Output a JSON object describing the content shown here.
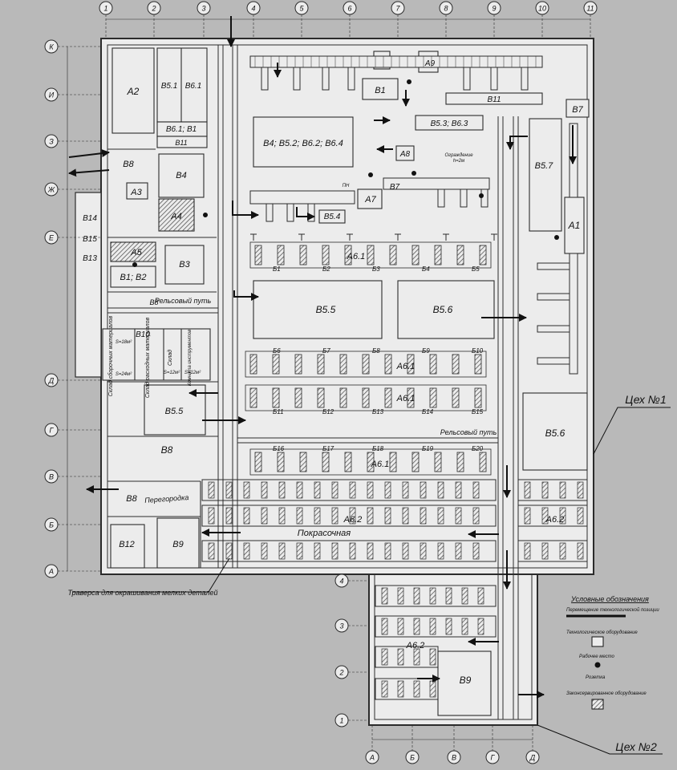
{
  "colors": {
    "background": "#b9b9b9",
    "paper": "#ececec",
    "line": "#2b2b2b",
    "hatch": "#555555"
  },
  "axes": {
    "top": [
      "1",
      "2",
      "3",
      "4",
      "5",
      "6",
      "7",
      "8",
      "9",
      "10",
      "11"
    ],
    "left": [
      "К",
      "И",
      "З",
      "Ж",
      "Е",
      "Д",
      "Г",
      "В",
      "Б",
      "А"
    ],
    "ws2_left": [
      "4",
      "3",
      "2",
      "1"
    ],
    "bottom": [
      "А",
      "Б",
      "В",
      "Г",
      "Д"
    ]
  },
  "labels": {
    "A1": "A1",
    "A2": "A2",
    "A3": "A3",
    "A4": "A4",
    "A5": "A5",
    "A7": "A7",
    "A8": "A8",
    "A9": "A9",
    "A6_1a": "А6.1",
    "A6_1b": "А6.1",
    "A6_1c": "А6.1",
    "A6_1d": "А6.1",
    "A6_2a": "А6.2",
    "A6_2b": "А6.2",
    "A6_2c": "А6.2",
    "B1": "B1",
    "B1B2": "B1; B2",
    "B3": "B3",
    "B4": "B4",
    "B4group": "B4; B5.2; B6.2; B6.4",
    "B5_1": "B5.1",
    "B6_1": "B6.1",
    "B6_1B1": "B6.1; B1",
    "B11a": "B11",
    "B11b": "B11",
    "B5_3": "B5.3; B6.3",
    "B5_4": "B5.4",
    "B5_5a": "B5.5",
    "B5_5b": "B5.5",
    "B5_6a": "B5.6",
    "B5_6b": "B5.6",
    "B5_7": "B5.7",
    "B7": "B7",
    "B7b": "B7",
    "B8a": "B8",
    "B8b": "B8",
    "B8c": "B8",
    "B8d": "B8",
    "B9a": "B9",
    "B9b": "B9",
    "B10": "B10",
    "B12": "B12",
    "B13": "B13",
    "B14": "B14",
    "B15": "B15",
    "rail1": "Рельсовый путь",
    "rail2": "Рельсовый путь",
    "partition": "Перегородка",
    "paint": "Покрасочная",
    "traverse": "Траверса для окрашивания мелких деталей",
    "ws1": "Цех №1",
    "ws2": "Цех №2",
    "r1": "Склад сборочных материалов",
    "r2": "Склад расходных материалов",
    "r3": "Склад",
    "r4": "Комната инструментов",
    "s1": "S=24м²",
    "s2": "S=12м²",
    "s3": "S=12м²",
    "s4": "S=18м²",
    "pn": "ПН",
    "fence": "Ограждение",
    "fenceh": "h=2м"
  },
  "posts": {
    "row1": [
      "Б1",
      "Б2",
      "Б3",
      "Б4",
      "Б5"
    ],
    "row2": [
      "Б6",
      "Б7",
      "Б8",
      "Б9",
      "Б10"
    ],
    "row3": [
      "Б11",
      "Б12",
      "Б13",
      "Б14",
      "Б15"
    ],
    "row4": [
      "Б16",
      "Б17",
      "Б18",
      "Б19",
      "Б20"
    ]
  },
  "legend": {
    "title": "Условные обозначения",
    "items": [
      {
        "name": "move",
        "label": "Перемещение технологической позиции"
      },
      {
        "name": "equip",
        "label": "Технологическое оборудование"
      },
      {
        "name": "work",
        "label": "Рабочее место"
      },
      {
        "name": "socket",
        "label": "Розетка"
      },
      {
        "name": "reserved",
        "label": "Законсервированное оборудование"
      }
    ]
  }
}
